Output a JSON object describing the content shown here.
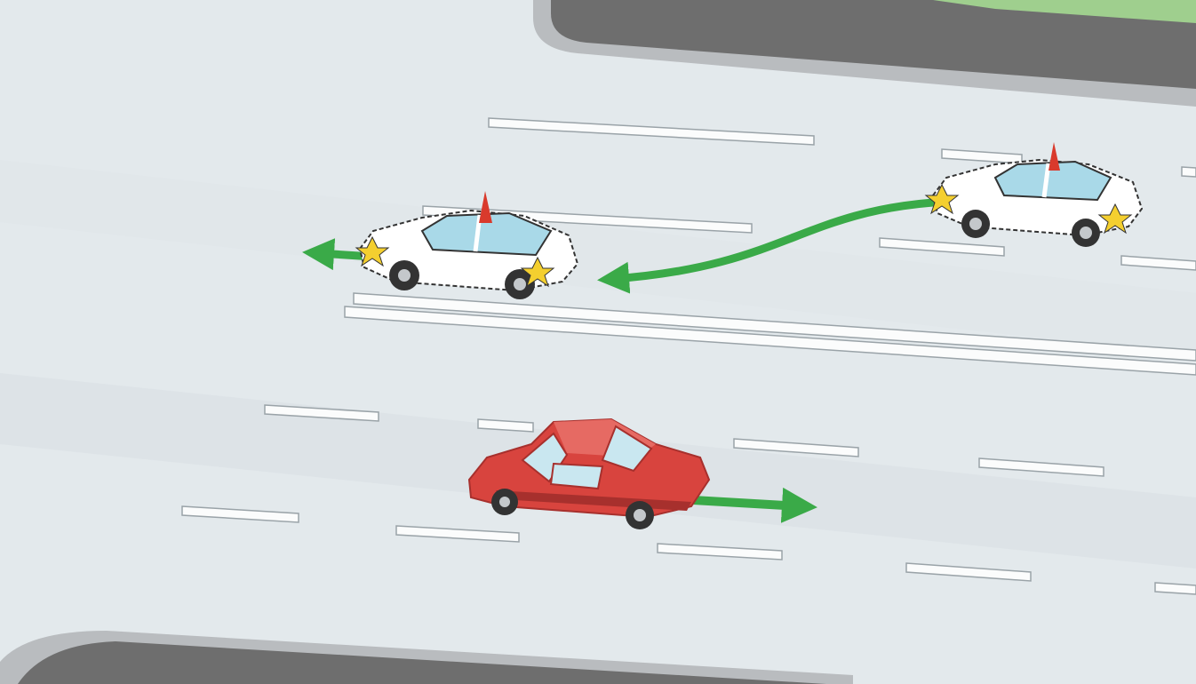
{
  "scene": {
    "colors": {
      "road": "#e3e9ec",
      "road_shade": "#d6dde2",
      "median": "#6e6e6e",
      "median_edge": "#b9bcbf",
      "grass": "#9fcf8e",
      "lane_line": "#fbfcfc",
      "line_outline": "#9aa3a8",
      "arrow": "#3aaa48",
      "police_body": "#ffffff",
      "police_window": "#a9d9e8",
      "beacon": "#d93a2c",
      "flash": "#f4cf2f",
      "sedan_body": "#d8443e",
      "sedan_dark": "#a7302d",
      "tire": "#333333"
    },
    "icons": [
      "police-car-icon",
      "police-car-icon",
      "red-sedan-icon",
      "direction-arrow-icon"
    ],
    "vehicles": [
      {
        "id": "police-car-rear",
        "type": "police",
        "heading": "left",
        "state": "changing lane"
      },
      {
        "id": "police-car-front",
        "type": "police",
        "heading": "left",
        "state": "moving"
      },
      {
        "id": "red-sedan",
        "type": "sedan",
        "heading": "right",
        "state": "moving"
      }
    ]
  }
}
